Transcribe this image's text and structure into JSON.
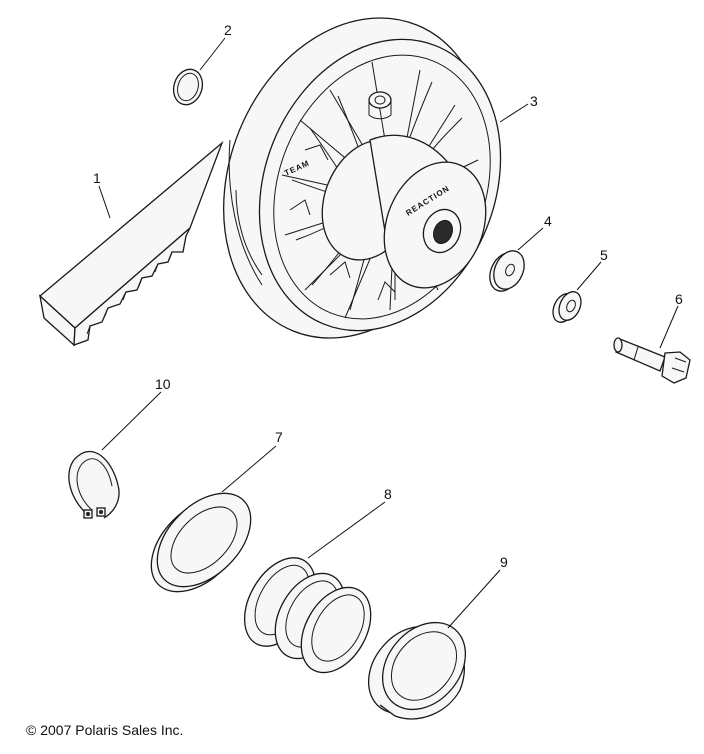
{
  "diagram": {
    "callouts": [
      "1",
      "2",
      "3",
      "4",
      "5",
      "6",
      "7",
      "8",
      "9",
      "10"
    ],
    "embossed_text": [
      "REACTION",
      "TEAM"
    ],
    "copyright": "© 2007 Polaris Sales Inc."
  }
}
